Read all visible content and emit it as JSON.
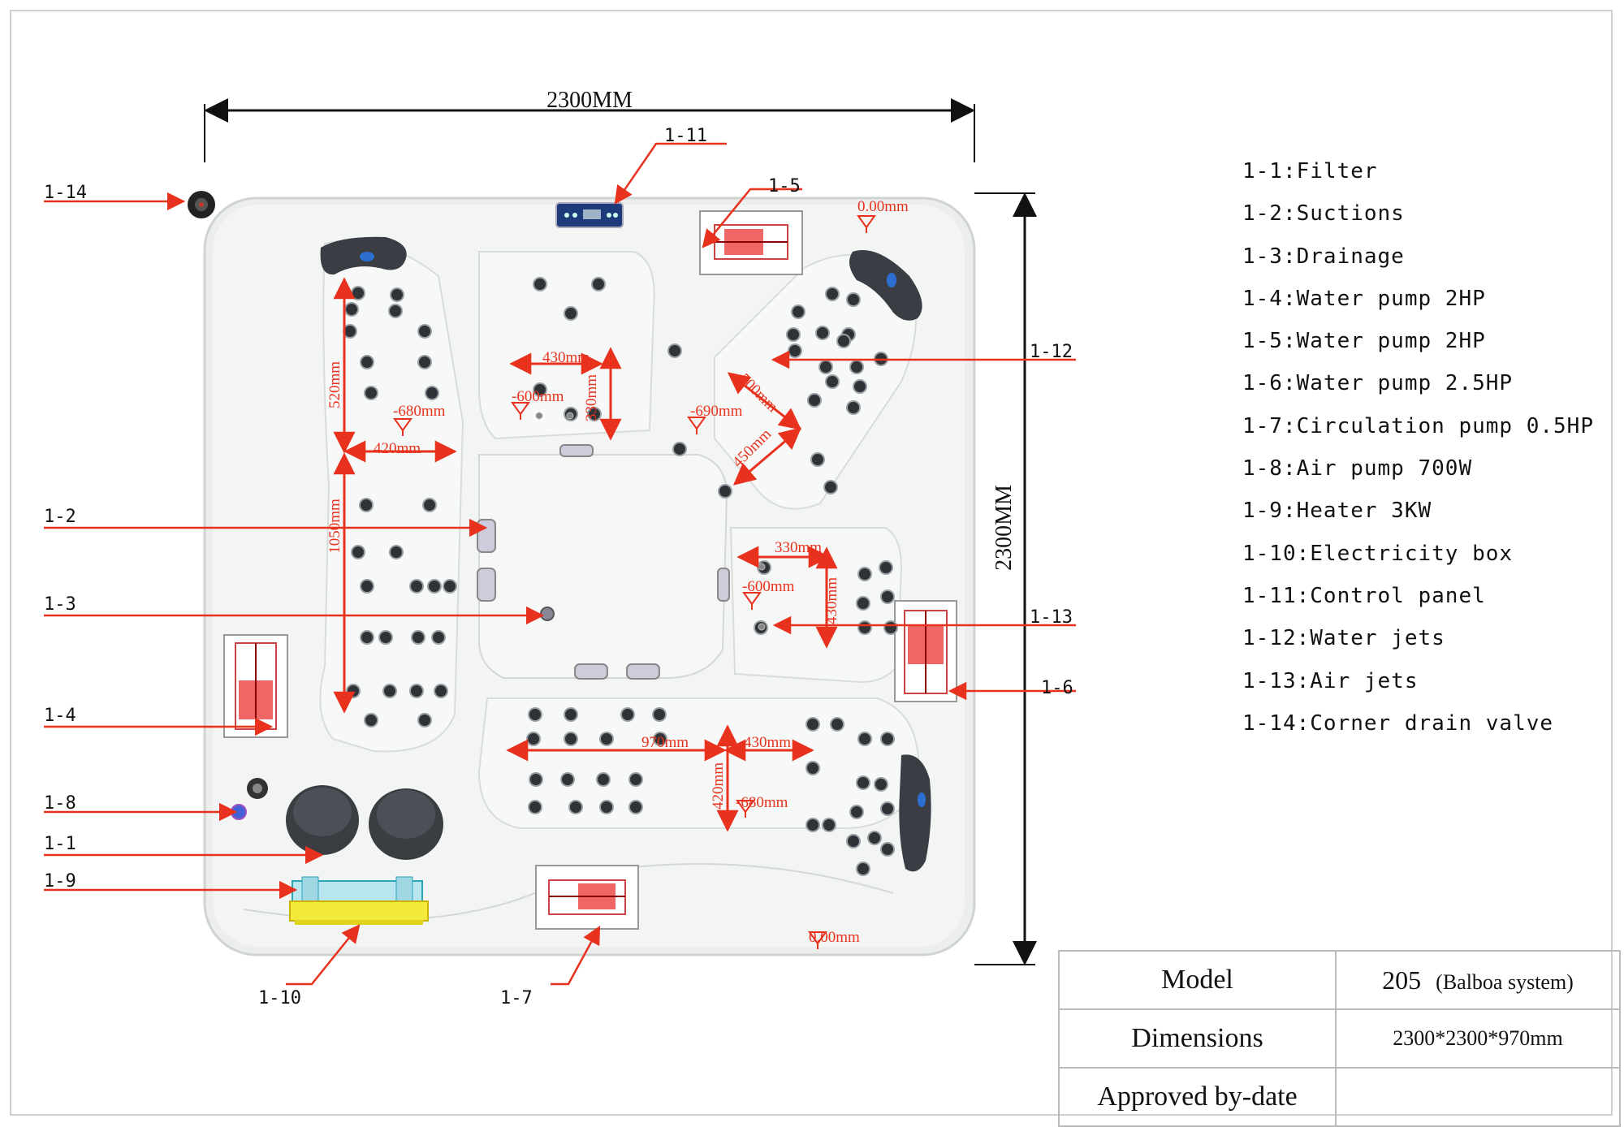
{
  "overall_dimensions": {
    "width_label": "2300MM",
    "height_label": "2300MM"
  },
  "callouts": [
    "1-1",
    "1-2",
    "1-3",
    "1-4",
    "1-5",
    "1-6",
    "1-7",
    "1-8",
    "1-9",
    "1-10",
    "1-11",
    "1-12",
    "1-13",
    "1-14"
  ],
  "measurements": [
    "520mm",
    "420mm",
    "1050mm",
    "-680mm",
    "430mm",
    "330mm",
    "-600mm",
    "-690mm",
    "500mm",
    "450mm",
    "330mm",
    "430mm",
    "-600mm",
    "970mm",
    "430mm",
    "420mm",
    "-680mm",
    "0.00mm",
    "0.00mm"
  ],
  "legend": [
    "1-1:Filter",
    "1-2:Suctions",
    "1-3:Drainage",
    "1-4:Water pump 2HP",
    "1-5:Water pump 2HP",
    "1-6:Water pump 2.5HP",
    "1-7:Circulation pump 0.5HP",
    "1-8:Air pump 700W",
    "1-9:Heater 3KW",
    "1-10:Electricity box",
    "1-11:Control panel",
    "1-12:Water jets",
    "1-13:Air jets",
    "1-14:Corner drain valve"
  ],
  "info_table": {
    "model_label": "Model",
    "model_number": "205",
    "model_system": "(Balboa system)",
    "dimensions_label": "Dimensions",
    "dimensions_value": "2300*2300*970mm",
    "approved_label": "Approved by-date",
    "approved_value": ""
  },
  "colors": {
    "annotation": "#e8321e",
    "dimension_line": "#111111",
    "tub": "#f1f3f2",
    "table_border": "#bbbbbb"
  }
}
